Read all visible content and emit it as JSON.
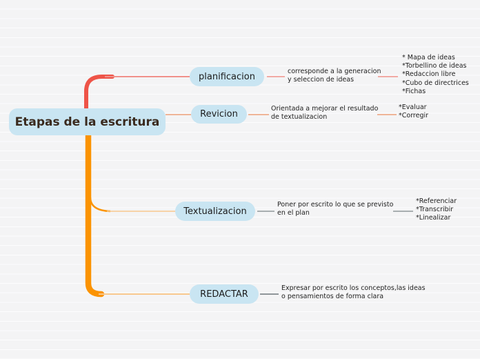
{
  "title": "Etapas de la escritura",
  "colors": {
    "background": "#f5f5f6",
    "ruled_line": "#fdfdfe",
    "node_fill": "#c9e5f2",
    "title_text": "#3a2a1e",
    "red_trunk": "#ee5448",
    "salmon_line": "#f0918a",
    "salmon_orange_line": "#eda078",
    "orange_trunk": "#fb9302",
    "light_orange_line": "#f8c88d",
    "gray_line": "#8f9699"
  },
  "branches": [
    {
      "label": "planificacion",
      "description": "corresponde a la generacion\ny seleccion  de ideas",
      "items": [
        "* Mapa de ideas",
        "*Torbellino de ideas",
        "*Redaccion libre",
        "*Cubo de directrices",
        "*Fichas"
      ]
    },
    {
      "label": "Revicion",
      "description": "Orientada a mejorar el resultado\nde textualizacion",
      "items": [
        "*Evaluar",
        "*Corregir"
      ]
    },
    {
      "label": "Textualizacion",
      "description": "Poner por escrito lo que se previsto\nen el plan",
      "items": [
        "*Referenciar",
        "*Transcribir",
        "*Linealizar"
      ]
    },
    {
      "label": "REDACTAR",
      "description": "Expresar por escrito los conceptos,las ideas\no pensamientos de forma clara",
      "items": []
    }
  ]
}
